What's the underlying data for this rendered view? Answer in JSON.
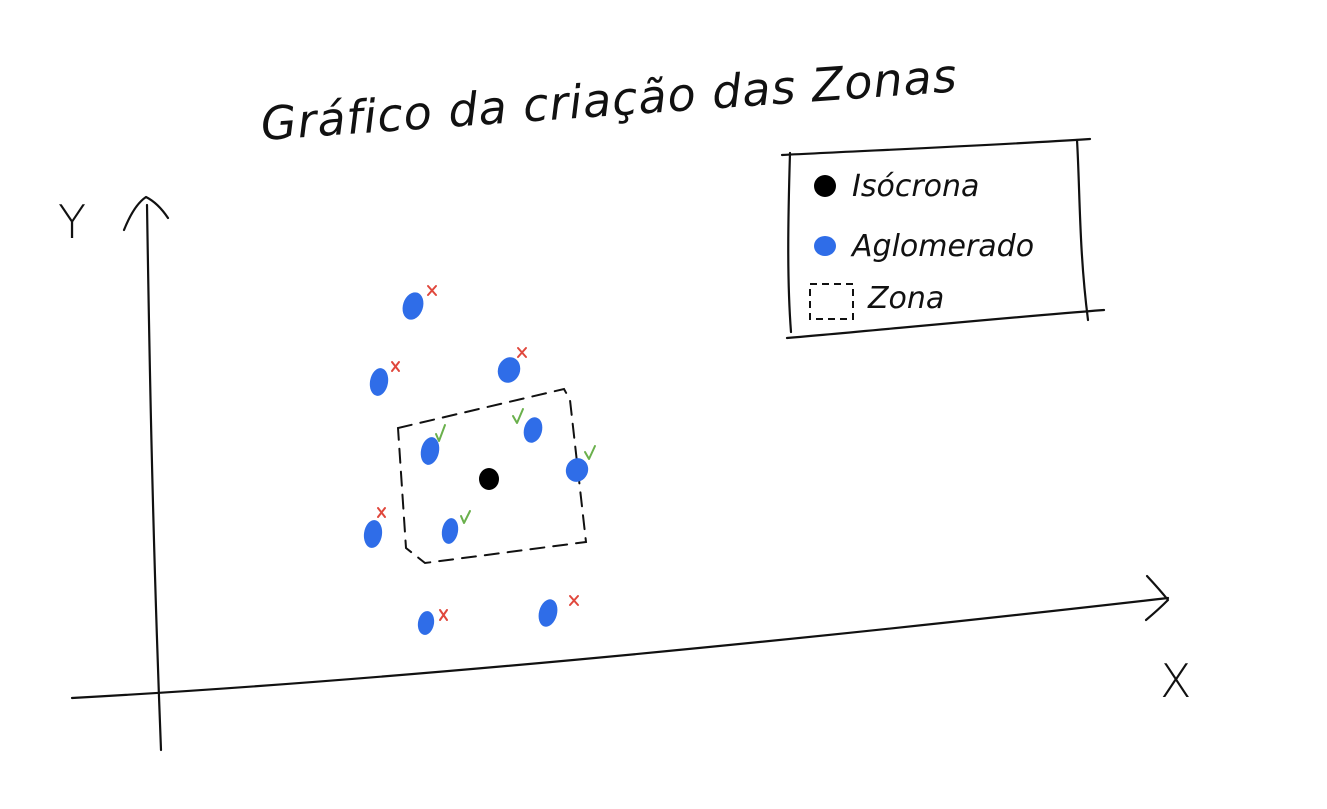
{
  "title": "Gráfico da criação das Zonas",
  "axes": {
    "x_label": "X",
    "y_label": "Y"
  },
  "legend": {
    "items": [
      {
        "key": "isocrona",
        "label": "Isócrona",
        "symbol": "dot",
        "color": "#000000"
      },
      {
        "key": "aglomerado",
        "label": "Aglomerado",
        "symbol": "dot",
        "color": "#2f6de8"
      },
      {
        "key": "zona",
        "label": "Zona",
        "symbol": "dashed-box",
        "color": "#000000"
      }
    ]
  },
  "colors": {
    "ink": "#111111",
    "aglomerado": "#2f6de8",
    "isocrona": "#000000",
    "inside_mark": "#6ab04c",
    "outside_mark": "#e0473c"
  },
  "points": {
    "isocrona": {
      "status": "center"
    },
    "aglomerados": [
      {
        "id": "a1",
        "status": "outside",
        "mark": "x"
      },
      {
        "id": "a2",
        "status": "outside",
        "mark": "x"
      },
      {
        "id": "a3",
        "status": "outside",
        "mark": "x"
      },
      {
        "id": "a4",
        "status": "inside",
        "mark": "check"
      },
      {
        "id": "a5",
        "status": "inside",
        "mark": "check"
      },
      {
        "id": "a6",
        "status": "inside",
        "mark": "check"
      },
      {
        "id": "a7",
        "status": "inside",
        "mark": "check"
      },
      {
        "id": "a8",
        "status": "outside",
        "mark": "x"
      },
      {
        "id": "a9",
        "status": "outside",
        "mark": "x"
      },
      {
        "id": "a10",
        "status": "outside",
        "mark": "x"
      }
    ]
  }
}
